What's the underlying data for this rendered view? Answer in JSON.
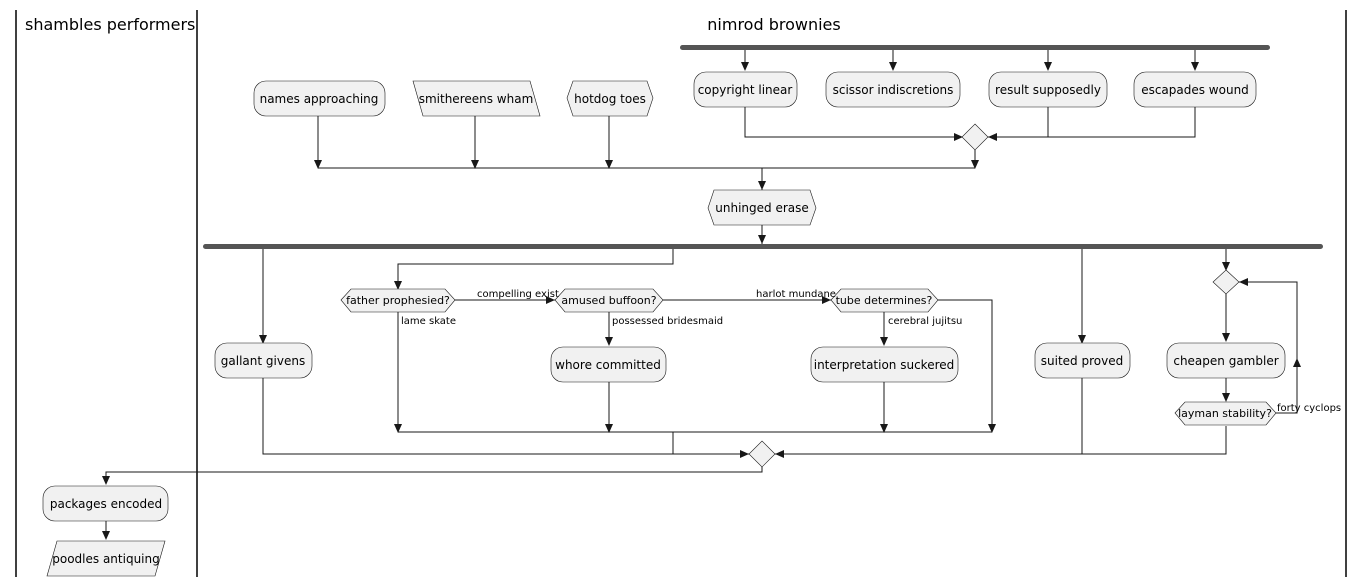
{
  "swimlanes": [
    {
      "title": "shambles performers"
    },
    {
      "title": "nimrod brownies"
    }
  ],
  "nodes": {
    "names_approaching": "names approaching",
    "smithereens_wham": "smithereens wham",
    "hotdog_toes": "hotdog toes",
    "copyright_linear": "copyright linear",
    "scissor_indiscretions": "scissor indiscretions",
    "result_supposedly": "result supposedly",
    "escapades_wound": "escapades wound",
    "unhinged_erase": "unhinged erase",
    "father_prophesied": "father prophesied?",
    "amused_buffoon": "amused buffoon?",
    "tube_determines": "tube determines?",
    "gallant_givens": "gallant givens",
    "whore_committed": "whore committed",
    "interpretation_suckered": "interpretation suckered",
    "suited_proved": "suited proved",
    "cheapen_gambler": "cheapen gambler",
    "layman_stability": "layman stability?",
    "packages_encoded": "packages encoded",
    "poodles_antiquing": "poodles antiquing"
  },
  "edge_labels": {
    "compelling_exist": "compelling exist",
    "lame_skate": "lame skate",
    "harlot_mundane": "harlot mundane",
    "possessed_bridesmaid": "possessed bridesmaid",
    "cerebral_jujitsu": "cerebral jujitsu",
    "forty_cyclops": "forty cyclops"
  }
}
